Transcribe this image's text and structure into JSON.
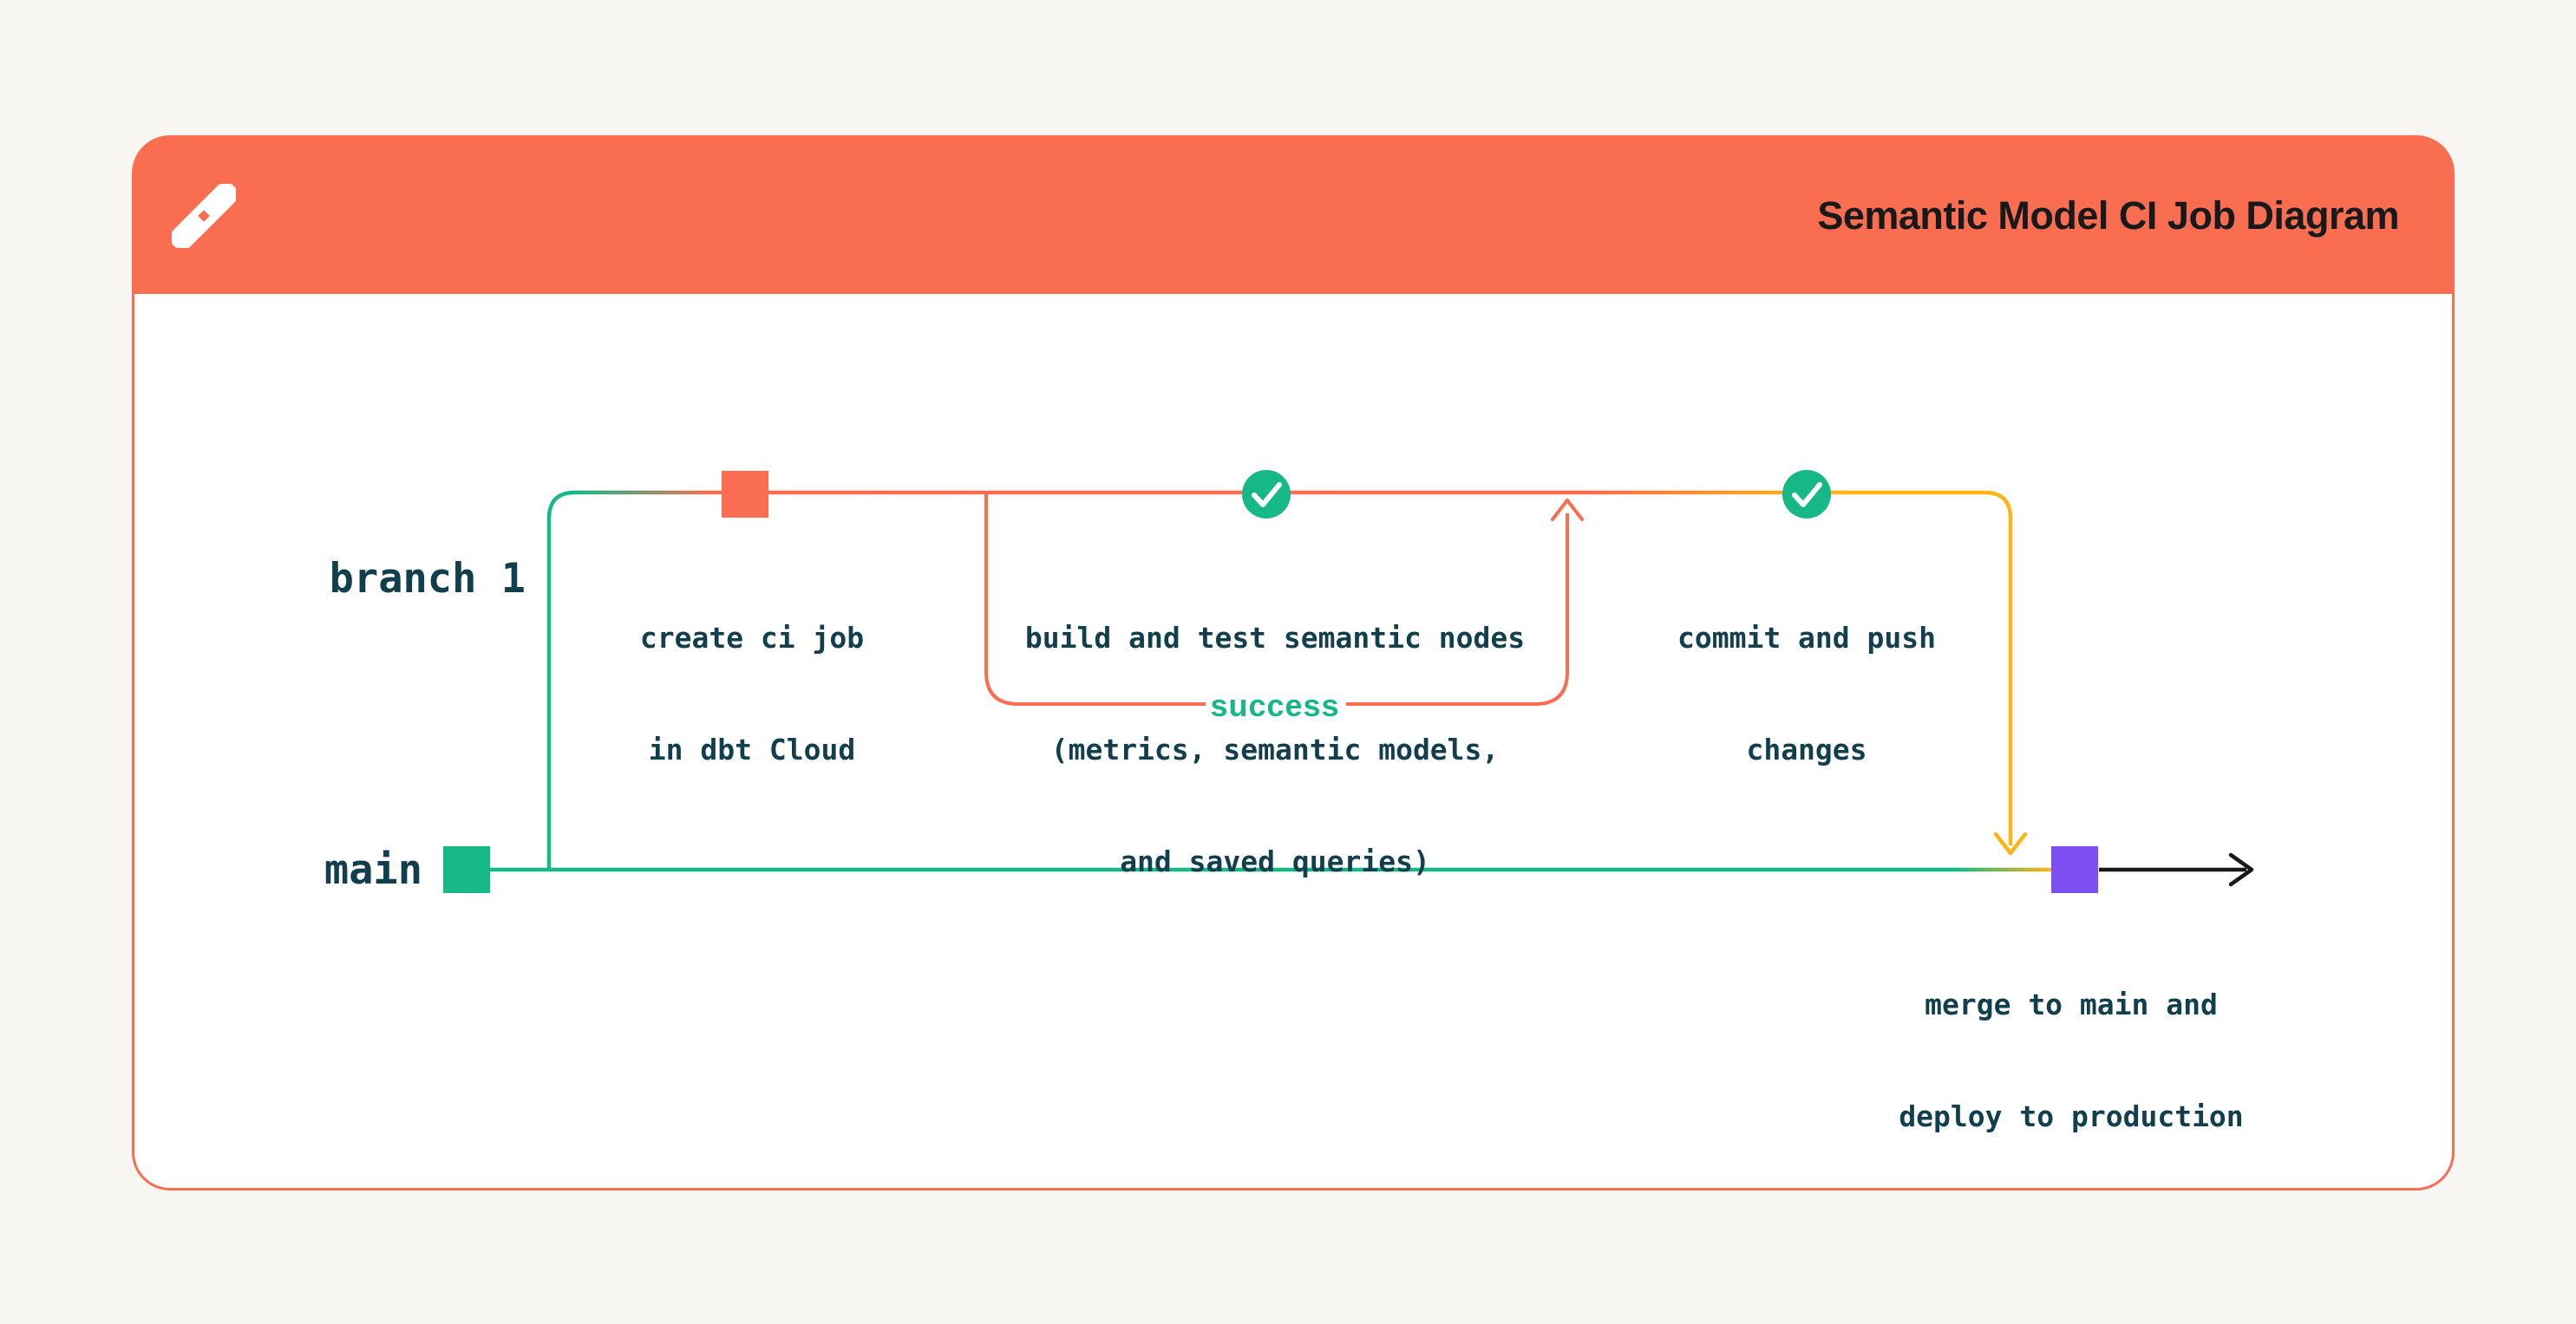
{
  "header": {
    "title": "Semantic Model CI Job Diagram",
    "logo": "dbt-logo"
  },
  "diagram": {
    "branch_labels": {
      "branch1": "branch 1",
      "main": "main"
    },
    "nodes": [
      {
        "id": "create-ci-job",
        "marker": "orange-commit-square",
        "lines": [
          "create ci job",
          "in dbt Cloud"
        ]
      },
      {
        "id": "build-and-test",
        "marker": "green-check-circle",
        "lines": [
          "build and test semantic nodes",
          "(metrics, semantic models,",
          "and saved queries)"
        ]
      },
      {
        "id": "commit-and-push",
        "marker": "green-check-circle",
        "lines": [
          "commit and push",
          "changes"
        ]
      },
      {
        "id": "merge-deploy",
        "marker": "purple-commit-square",
        "lines": [
          "merge to main and",
          "deploy to production"
        ]
      }
    ],
    "loop_label": "success"
  },
  "colors": {
    "orange": "#f96d51",
    "green": "#16b888",
    "yellow": "#fcb515",
    "purple": "#7d4ff2",
    "text_dark_teal": "#123f4e",
    "title_text": "#17191b",
    "page_background": "#f8f6f3",
    "card_background": "#ffffff"
  }
}
